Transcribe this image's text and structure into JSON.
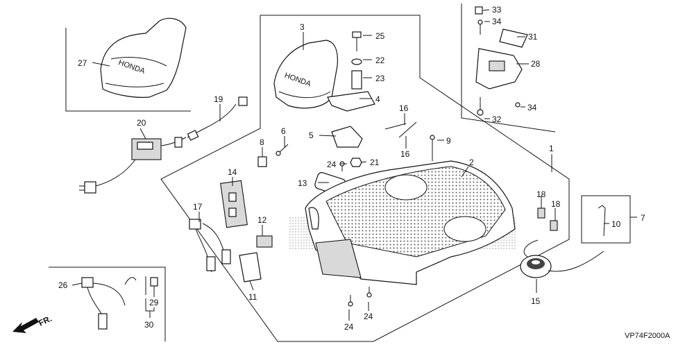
{
  "logo_text": "HONDA",
  "front_label": "FR.",
  "diagram_code": "VP74F2000A",
  "callouts": {
    "c1": "1",
    "c2": "2",
    "c3": "3",
    "c4": "4",
    "c5": "5",
    "c6": "6",
    "c7": "7",
    "c8": "8",
    "c9": "9",
    "c10": "10",
    "c11": "11",
    "c12": "12",
    "c13": "13",
    "c14": "14",
    "c15": "15",
    "c16": "16",
    "c17": "17",
    "c18": "18",
    "c19": "19",
    "c20": "20",
    "c21": "21",
    "c22": "22",
    "c23": "23",
    "c24": "24",
    "c25": "25",
    "c26": "26",
    "c27": "27",
    "c28": "28",
    "c29": "29",
    "c30": "30",
    "c31": "31",
    "c32": "32",
    "c33": "33",
    "c34": "34"
  }
}
